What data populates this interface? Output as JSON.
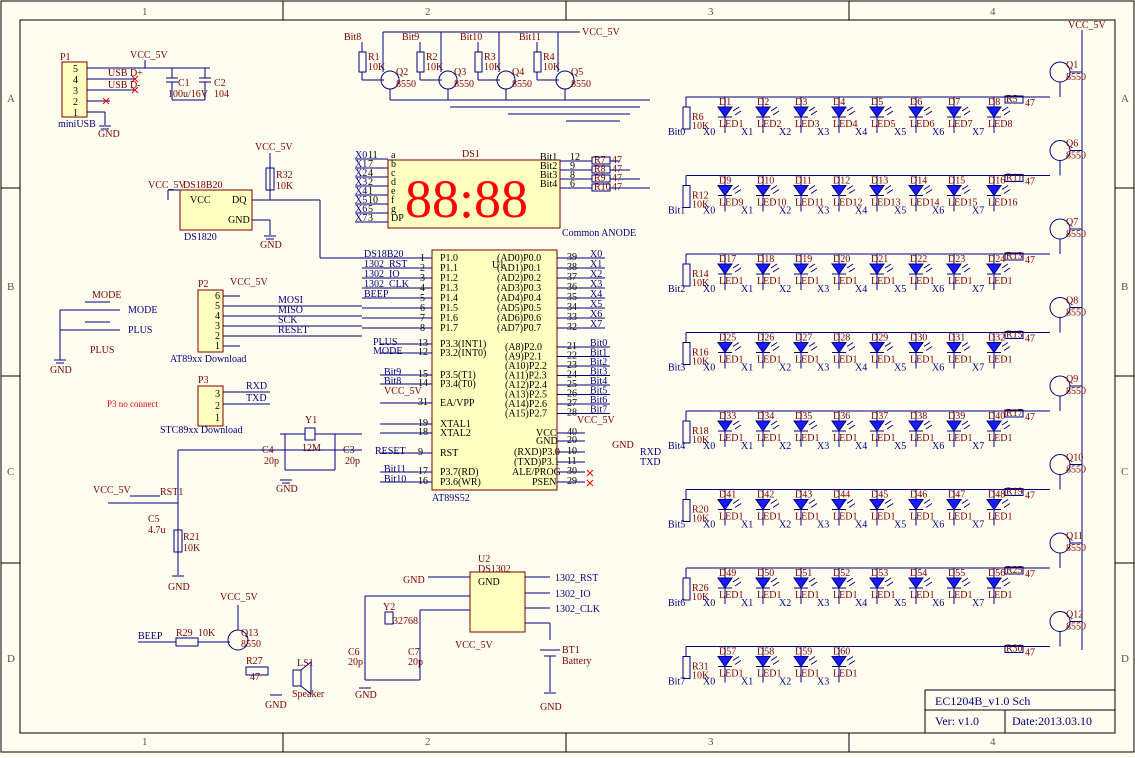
{
  "title_block": {
    "title": "EC1204B_v1.0 Sch",
    "version": "Ver: v1.0",
    "date": "Date:2013.03.10"
  },
  "frame": {
    "columns": [
      "1",
      "2",
      "3",
      "4"
    ],
    "rows": [
      "A",
      "B",
      "C",
      "D"
    ]
  },
  "labels": {
    "vcc": "VCC_5V",
    "gnd": "GND",
    "p1": "P1",
    "mini_usb": "miniUSB",
    "usb_dp": "USB D+",
    "usb_dm": "USB D-",
    "c1": "C1",
    "c1_val": "100u/16V",
    "c2": "C2",
    "c2_val": "104",
    "ds18b20": "DS18B20",
    "ds1820": "DS1820",
    "pin_vcc": "VCC",
    "pin_dq": "DQ",
    "pin_gnd": "GND",
    "r32": "R32",
    "r32_val": "10K",
    "ds1": "DS1",
    "common_anode": "Common ANODE",
    "display_digits": "88:88",
    "mode_btn": "MODE",
    "plus_btn": "PLUS",
    "p2": "P2",
    "at89_dl": "AT89xx Download",
    "mosi": "MOSI",
    "miso": "MISO",
    "sck": "SCK",
    "reset": "RESET",
    "p3": "P3",
    "stc_dl": "STC89xx Download",
    "p3_note": "P3 no connect",
    "rxd": "RXD",
    "txd": "TXD",
    "y1": "Y1",
    "y1_val": "12M",
    "c3": "C3",
    "c4": "C4",
    "c20p": "20p",
    "rst1": "RST1",
    "c5": "C5",
    "c5_val": "4.7u",
    "r21": "R21",
    "r21_val": "10K",
    "u1": "U1",
    "u1_name": "AT89S52",
    "u2": "U2",
    "u2_name": "DS1302",
    "y2": "Y2",
    "y2_val": "32768",
    "c6": "C6",
    "c7": "C7",
    "bt1": "BT1",
    "battery": "Battery",
    "beep": "BEEP",
    "r29": "R29",
    "r29_val": "10K",
    "q13": "Q13",
    "q_type": "8550",
    "r27": "R27",
    "r27_val": "47",
    "ls1": "LS1",
    "speaker": "Speaker",
    "rst1302": "1302_RST",
    "io1302": "1302_IO",
    "clk1302": "1302_CLK"
  },
  "bit_transistors": [
    {
      "net": "Bit8",
      "r": "R1",
      "q": "Q2"
    },
    {
      "net": "Bit9",
      "r": "R2",
      "q": "Q3"
    },
    {
      "net": "Bit10",
      "r": "R3",
      "q": "Q4"
    },
    {
      "net": "Bit11",
      "r": "R4",
      "q": "Q5"
    }
  ],
  "seg_nets": [
    "X0",
    "X1",
    "X2",
    "X3",
    "X4",
    "X5",
    "X6",
    "X7"
  ],
  "seg_pins": [
    "a",
    "b",
    "c",
    "d",
    "e",
    "f",
    "g",
    "DP"
  ],
  "seg_pin_nums": [
    "11",
    "7",
    "4",
    "2",
    "1",
    "10",
    "5",
    "3"
  ],
  "digit_bits": [
    "Bit1",
    "Bit2",
    "Bit3",
    "Bit4"
  ],
  "digit_res": [
    "R7",
    "R8",
    "R9",
    "R10"
  ],
  "u1_left": [
    "P1.0",
    "P1.1",
    "P1.2",
    "P1.3",
    "P1.4",
    "P1.5",
    "P1.6",
    "P1.7"
  ],
  "u1_left_nets": [
    "DS18B20",
    "1302_RST",
    "1302_IO",
    "1302_CLK",
    "BEEP",
    "MOSI",
    "MISO",
    "SCK"
  ],
  "u1_p0": [
    "(AD0)P0.0",
    "(AD1)P0.1",
    "(AD2)P0.2",
    "(AD3)P0.3",
    "(AD4)P0.4",
    "(AD5)P0.5",
    "(AD6)P0.6",
    "(AD7)P0.7"
  ],
  "u1_p2": [
    "(A8)P2.0",
    "(A9)P2.1",
    "(A10)P2.2",
    "(A11)P2.3",
    "(A12)P2.4",
    "(A13)P2.5",
    "(A14)P2.6",
    "(A15)P2.7"
  ],
  "u1_p2_nets": [
    "Bit0",
    "Bit1",
    "Bit2",
    "Bit3",
    "Bit4",
    "Bit5",
    "Bit6",
    "Bit7"
  ],
  "u1_misc": [
    "P3.3(INT1)",
    "P3.2(INT0)",
    "P3.5(T1)",
    "P3.4(T0)",
    "EA/VPP",
    "XTAL1",
    "XTAL2",
    "RST",
    "P3.7(RD)",
    "P3.6(WR)",
    "VCC",
    "GND",
    "(RXD)P3.0",
    "(TXD)P3.1",
    "ALE/PROG",
    "PSEN"
  ],
  "led_rows": [
    {
      "bit": "Bit0",
      "r": "R6",
      "q": "Q1",
      "rb": "R5",
      "leds": [
        "D1",
        "D2",
        "D3",
        "D4",
        "D5",
        "D6",
        "D7",
        "D8"
      ],
      "names": [
        "LED1",
        "LED2",
        "LED3",
        "LED4",
        "LED5",
        "LED6",
        "LED7",
        "LED8"
      ]
    },
    {
      "bit": "Bit1",
      "r": "R12",
      "q": "Q6",
      "rb": "R11",
      "leds": [
        "D9",
        "D10",
        "D11",
        "D12",
        "D13",
        "D14",
        "D15",
        "D16"
      ],
      "names": [
        "LED9",
        "LED10",
        "LED11",
        "LED12",
        "LED13",
        "LED14",
        "LED15",
        "LED16"
      ]
    },
    {
      "bit": "Bit2",
      "r": "R14",
      "q": "Q7",
      "rb": "R13",
      "leds": [
        "D17",
        "D18",
        "D19",
        "D20",
        "D21",
        "D22",
        "D23",
        "D24"
      ],
      "names": [
        "LED1",
        "LED1",
        "LED1",
        "LED1",
        "LED1",
        "LED1",
        "LED1",
        "LED1"
      ]
    },
    {
      "bit": "Bit3",
      "r": "R16",
      "q": "Q8",
      "rb": "R15",
      "leds": [
        "D25",
        "D26",
        "D27",
        "D28",
        "D29",
        "D30",
        "D31",
        "D32"
      ],
      "names": [
        "LED1",
        "LED1",
        "LED1",
        "LED1",
        "LED1",
        "LED1",
        "LED1",
        "LED1"
      ]
    },
    {
      "bit": "Bit4",
      "r": "R18",
      "q": "Q9",
      "rb": "R17",
      "leds": [
        "D33",
        "D34",
        "D35",
        "D36",
        "D37",
        "D38",
        "D39",
        "D40"
      ],
      "names": [
        "LED1",
        "LED1",
        "LED1",
        "LED1",
        "LED1",
        "LED1",
        "LED1",
        "LED1"
      ]
    },
    {
      "bit": "Bit5",
      "r": "R20",
      "q": "Q10",
      "rb": "R19",
      "leds": [
        "D41",
        "D42",
        "D43",
        "D44",
        "D45",
        "D46",
        "D47",
        "D48"
      ],
      "names": [
        "LED1",
        "LED1",
        "LED1",
        "LED1",
        "LED1",
        "LED1",
        "LED1",
        "LED1"
      ]
    },
    {
      "bit": "Bit6",
      "r": "R26",
      "q": "Q11",
      "rb": "R25",
      "leds": [
        "D49",
        "D50",
        "D51",
        "D52",
        "D53",
        "D54",
        "D55",
        "D56"
      ],
      "names": [
        "LED1",
        "LED1",
        "LED1",
        "LED1",
        "LED1",
        "LED1",
        "LED1",
        "LED1"
      ]
    },
    {
      "bit": "Bit7",
      "r": "R31",
      "q": "Q12",
      "rb": "R30",
      "leds": [
        "D57",
        "D58",
        "D59",
        "D60"
      ],
      "names": [
        "LED1",
        "LED1",
        "LED1",
        "LED1"
      ]
    }
  ],
  "values": {
    "r10k": "10K",
    "r47": "47"
  }
}
